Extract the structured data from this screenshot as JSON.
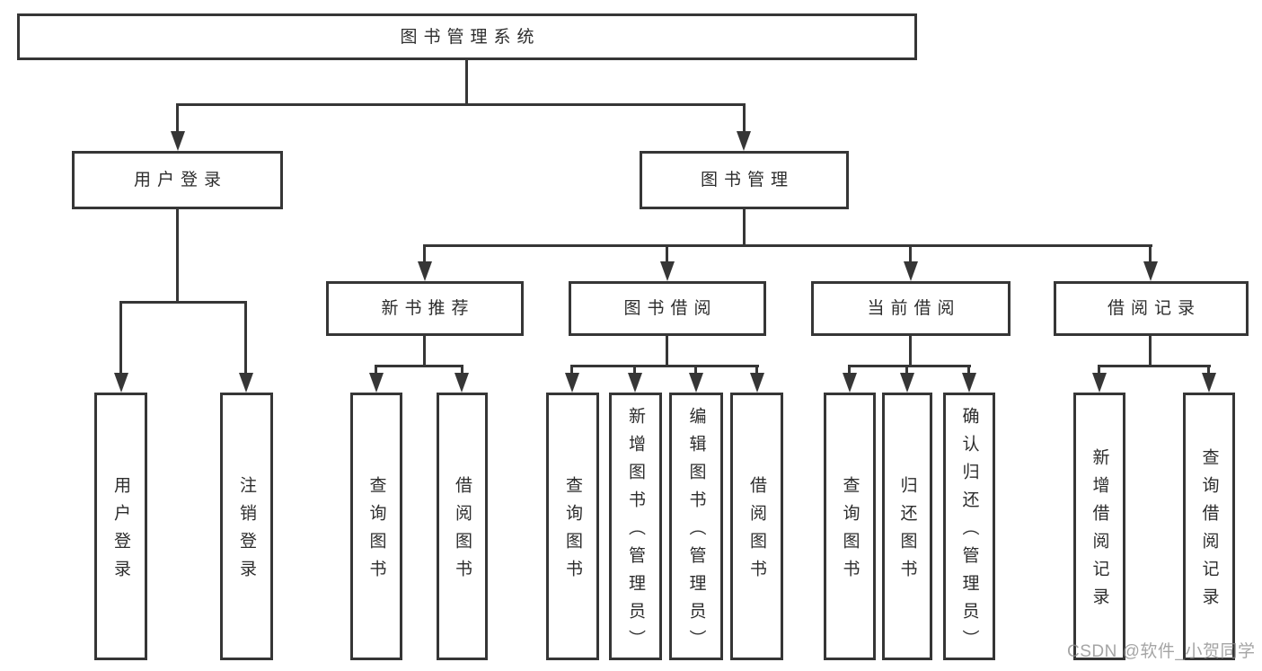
{
  "tree": {
    "label": "图书管理系统",
    "children": [
      {
        "label": "用户登录",
        "children": [
          {
            "label": "用户登录"
          },
          {
            "label": "注销登录"
          }
        ]
      },
      {
        "label": "图书管理",
        "children": [
          {
            "label": "新书推荐",
            "children": [
              {
                "label": "查询图书"
              },
              {
                "label": "借阅图书"
              }
            ]
          },
          {
            "label": "图书借阅",
            "children": [
              {
                "label": "查询图书"
              },
              {
                "label": "新增图书（管理员）"
              },
              {
                "label": "编辑图书（管理员）"
              },
              {
                "label": "借阅图书"
              }
            ]
          },
          {
            "label": "当前借阅",
            "children": [
              {
                "label": "查询图书"
              },
              {
                "label": "归还图书"
              },
              {
                "label": "确认归还（管理员）"
              }
            ]
          },
          {
            "label": "借阅记录",
            "children": [
              {
                "label": "新增借阅记录"
              },
              {
                "label": "查询借阅记录"
              }
            ]
          }
        ]
      }
    ]
  },
  "watermark": {
    "text": "CSDN @软件_小贺同学"
  },
  "colors": {
    "line": "#363636",
    "text": "#2d2d2d",
    "background": "#ffffff",
    "watermark": "#8c8c8c"
  }
}
